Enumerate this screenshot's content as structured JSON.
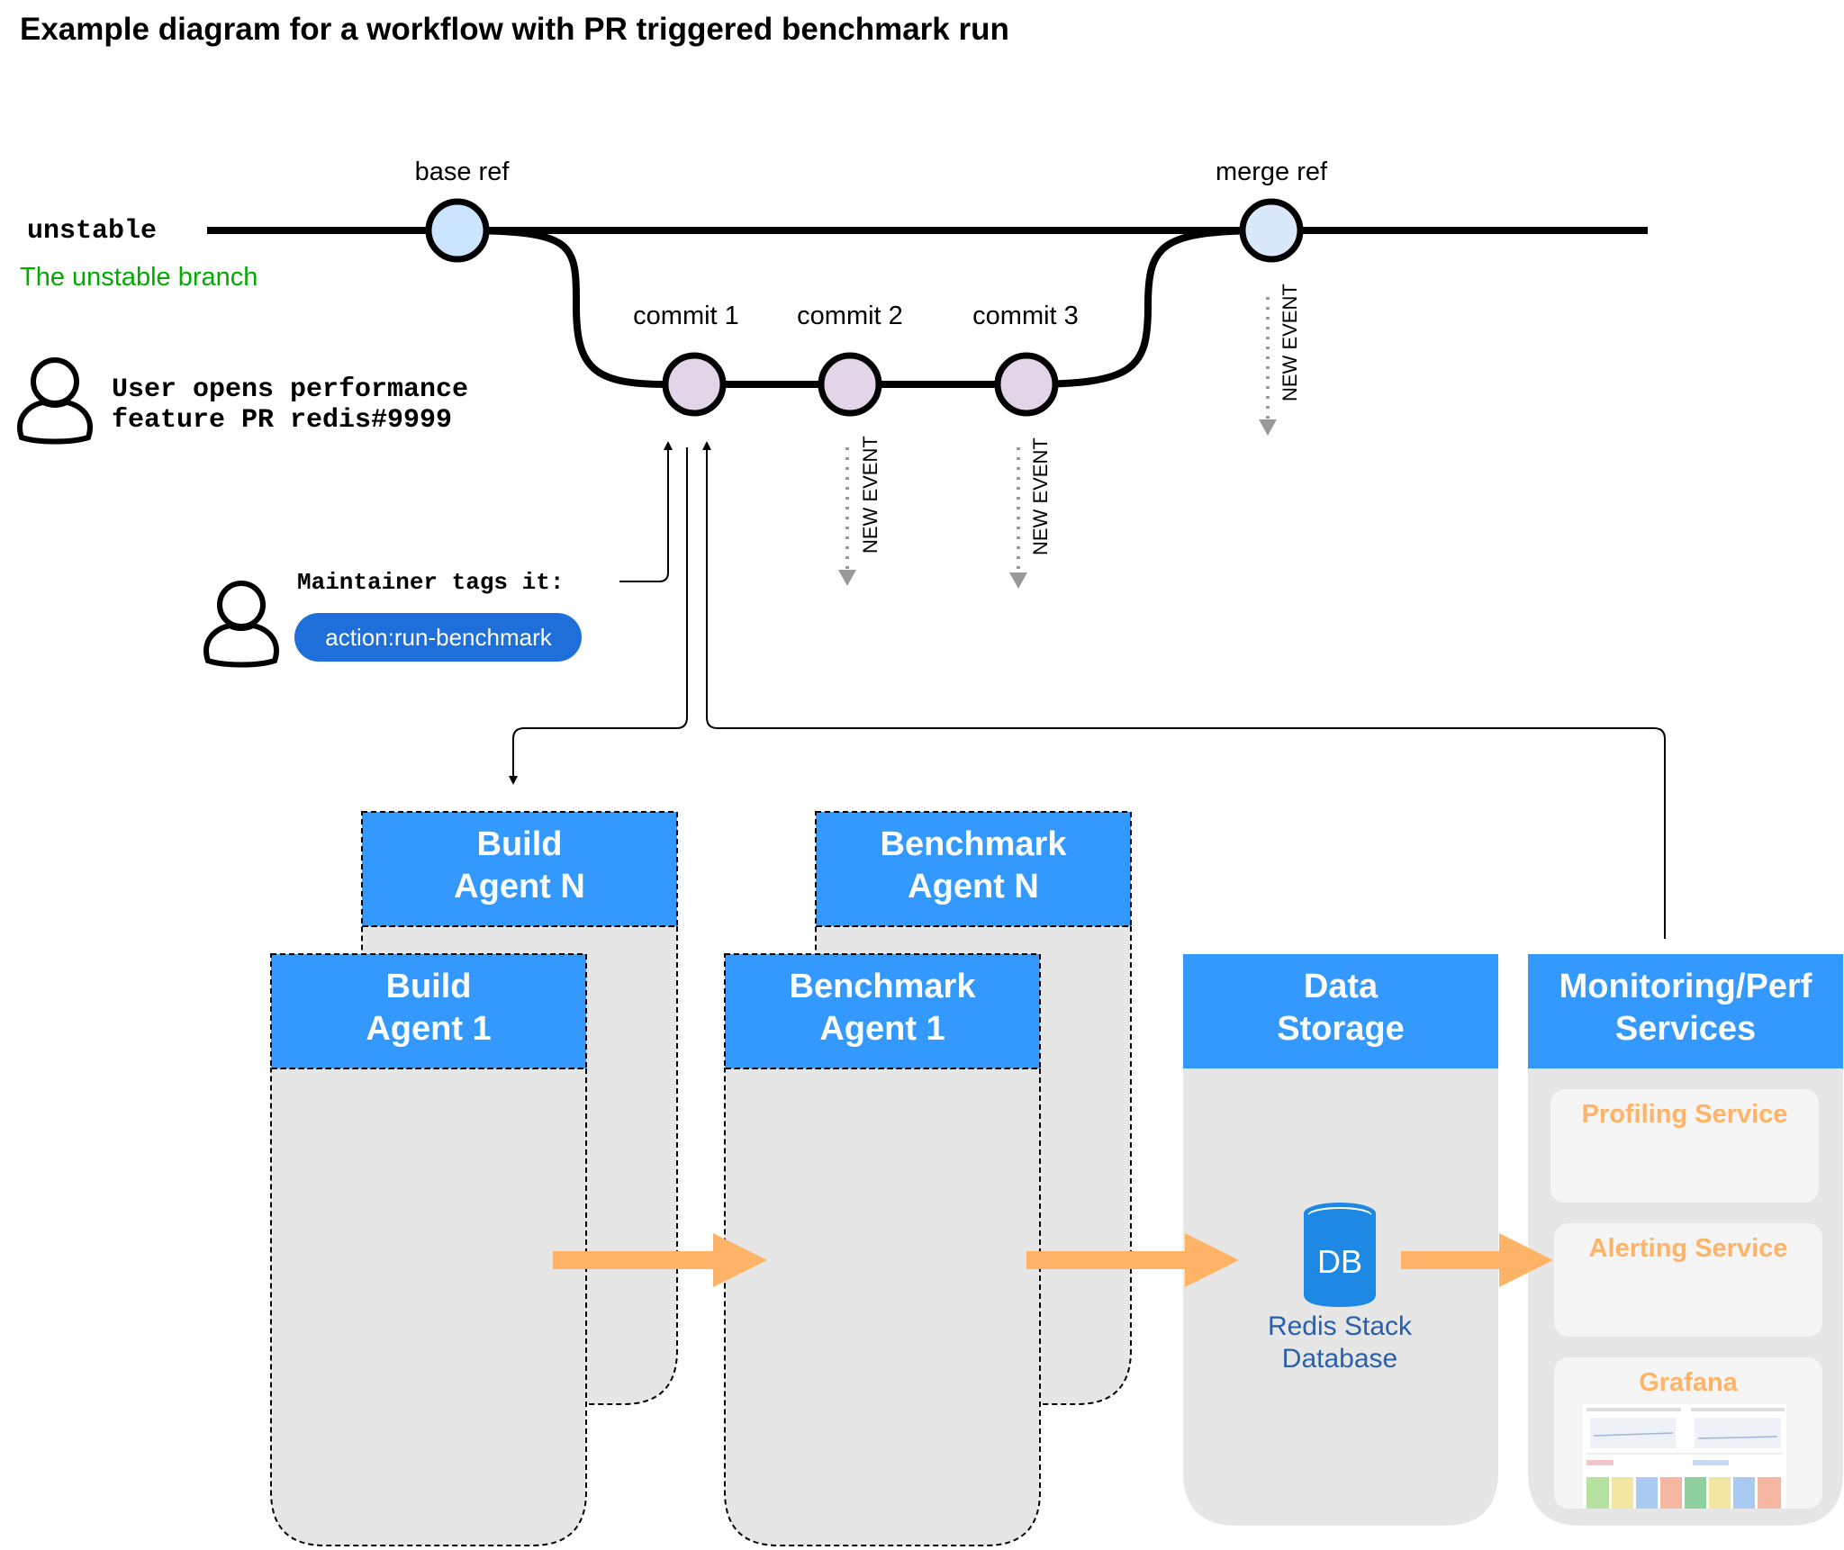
{
  "title": "Example diagram for a workflow with PR triggered benchmark run",
  "branch": {
    "name": "unstable",
    "description": "The unstable branch"
  },
  "refs": {
    "base": "base ref",
    "merge": "merge ref"
  },
  "commits": [
    "commit 1",
    "commit 2",
    "commit 3"
  ],
  "event_label": "NEW EVENT",
  "user_pr": {
    "line1": "User opens performance",
    "line2": "feature PR redis#9999"
  },
  "maintainer": {
    "text": "Maintainer tags it:",
    "tag": "action:run-benchmark"
  },
  "build_agent_n": {
    "line1": "Build",
    "line2": "Agent N"
  },
  "build_agent_1": {
    "line1": "Build",
    "line2": "Agent 1"
  },
  "bench_agent_n": {
    "line1": "Benchmark",
    "line2": "Agent N"
  },
  "bench_agent_1": {
    "line1": "Benchmark",
    "line2": "Agent 1"
  },
  "data_storage": {
    "line1": "Data",
    "line2": "Storage",
    "db_icon": "DB",
    "db_line1": "Redis Stack",
    "db_line2": "Database"
  },
  "monitoring": {
    "line1": "Monitoring/Perf",
    "line2": "Services",
    "profiling": "Profiling Service",
    "alerting": "Alerting Service",
    "grafana": "Grafana"
  },
  "colors": {
    "header_blue": "#3399ff",
    "panel_gray": "#e6e6e6",
    "arrow_orange": "#ffb366",
    "service_orange": "#ffb366",
    "branch_green": "#00aa00",
    "base_ref_fill": "#cce5ff",
    "merge_ref_fill": "#dae8fc",
    "commit_fill": "#e1d5e7",
    "tag_blue": "#1e6fd9",
    "db_blue": "#1e88e5",
    "db_text": "#2a5faa"
  }
}
